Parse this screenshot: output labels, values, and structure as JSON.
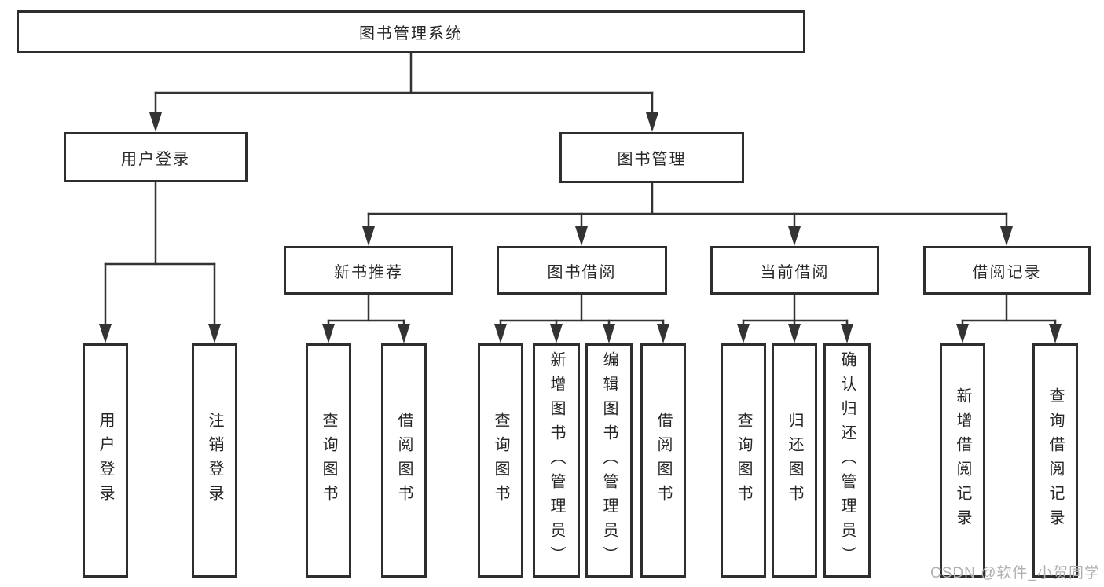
{
  "diagram": {
    "root": {
      "label": "图书管理系统"
    },
    "modules": [
      {
        "label": "用户登录",
        "children": [
          {
            "label": "用户登录"
          },
          {
            "label": "注销登录"
          }
        ]
      },
      {
        "label": "图书管理",
        "children": [
          {
            "label": "新书推荐",
            "children": [
              {
                "label": "查询图书"
              },
              {
                "label": "借阅图书"
              }
            ]
          },
          {
            "label": "图书借阅",
            "children": [
              {
                "label": "查询图书"
              },
              {
                "label": "新增图书（管理员）"
              },
              {
                "label": "编辑图书（管理员）"
              },
              {
                "label": "借阅图书"
              }
            ]
          },
          {
            "label": "当前借阅",
            "children": [
              {
                "label": "查询图书"
              },
              {
                "label": "归还图书"
              },
              {
                "label": "确认归还（管理员）"
              }
            ]
          },
          {
            "label": "借阅记录",
            "children": [
              {
                "label": "新增借阅记录"
              },
              {
                "label": "查询借阅记录"
              }
            ]
          }
        ]
      }
    ]
  },
  "watermark": {
    "text": "CSDN @软件_小贺同学"
  },
  "colors": {
    "line": "#333333",
    "box_border": "#2e2e2e",
    "text": "#262626",
    "watermark": "#b0b0b0"
  }
}
